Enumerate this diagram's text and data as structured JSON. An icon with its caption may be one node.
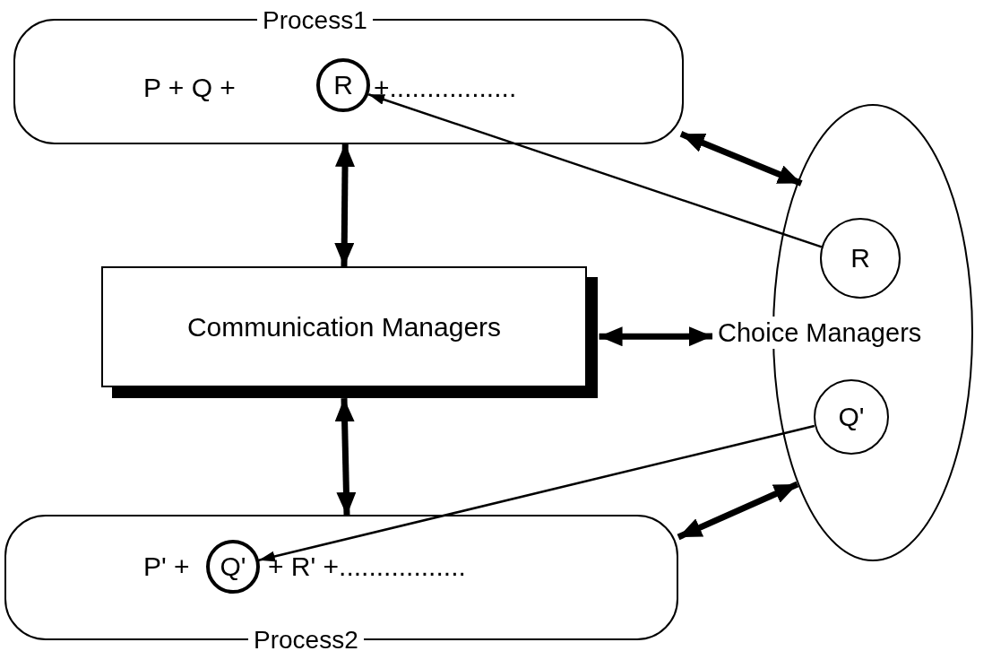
{
  "diagram": {
    "nodes": [
      {
        "text": [
          "Process1",
          "P  +  Q  +",
          "+................."
        ]
      },
      {
        "text": [
          "R"
        ],
        "in": 0
      },
      {
        "text": [
          "Communication Managers"
        ]
      },
      {
        "text": [
          "Choice Managers"
        ]
      },
      {
        "text": [
          "R"
        ],
        "in": 3
      },
      {
        "text": [
          "Q'"
        ],
        "in": 3
      },
      {
        "text": [
          "Process2",
          "P'  +",
          "+  R'  +................."
        ]
      },
      {
        "text": [
          "Q'"
        ],
        "in": 6
      }
    ],
    "edges": [
      {
        "from": 0,
        "to": 2,
        "arrow": "both"
      },
      {
        "from": 0,
        "to": 3,
        "arrow": "both"
      },
      {
        "from": 2,
        "to": 3,
        "arrow": "both"
      },
      {
        "from": 2,
        "to": 6,
        "arrow": "both"
      },
      {
        "from": 6,
        "to": 3,
        "arrow": "both"
      },
      {
        "from": 4,
        "to": 1,
        "arrow": "to"
      },
      {
        "from": 5,
        "to": 7,
        "arrow": "to"
      }
    ]
  }
}
